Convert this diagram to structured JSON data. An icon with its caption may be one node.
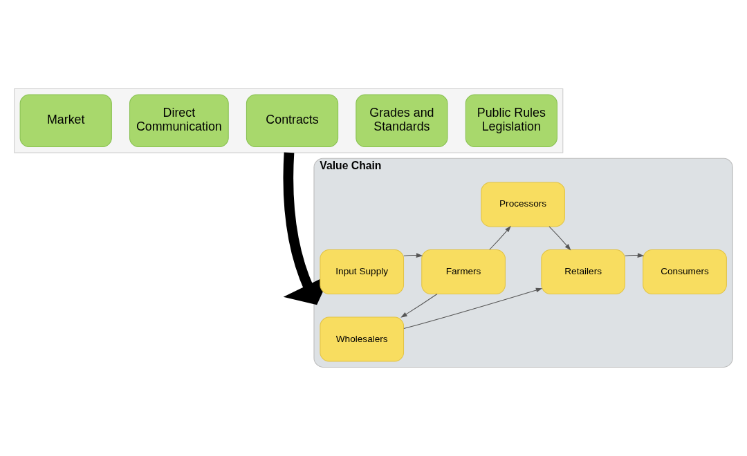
{
  "diagram": {
    "nodes": [
      {
        "text": [],
        "shape": "box"
      },
      {
        "text": [
          "Market"
        ],
        "in": 0
      },
      {
        "text": [
          "Direct Communication"
        ],
        "in": 0
      },
      {
        "text": [
          "Contracts"
        ],
        "in": 0
      },
      {
        "text": [
          "Grades and Standards"
        ],
        "in": 0
      },
      {
        "text": [
          "Public Rules Legislation"
        ],
        "in": 0
      },
      {
        "text": [
          "Value Chain"
        ]
      },
      {
        "text": [
          "Input Supply"
        ],
        "in": 6
      },
      {
        "text": [
          "Farmers"
        ],
        "in": 6
      },
      {
        "text": [
          "Processors"
        ],
        "in": 6
      },
      {
        "text": [
          "Wholesalers"
        ],
        "in": 6
      },
      {
        "text": [
          "Retailers"
        ],
        "in": 6
      },
      {
        "text": [
          "Consumers"
        ],
        "in": 6
      }
    ],
    "edges": [
      {
        "from": 0,
        "to": 6,
        "arrow": "to",
        "style": "thick",
        "color": "#000000"
      },
      {
        "from": 7,
        "to": 8,
        "arrow": "to"
      },
      {
        "from": 8,
        "to": 9,
        "arrow": "to"
      },
      {
        "from": 8,
        "to": 10,
        "arrow": "to"
      },
      {
        "from": 9,
        "to": 11,
        "arrow": "to"
      },
      {
        "from": 10,
        "to": 11,
        "arrow": "to"
      },
      {
        "from": 11,
        "to": 12,
        "arrow": "to"
      }
    ]
  }
}
